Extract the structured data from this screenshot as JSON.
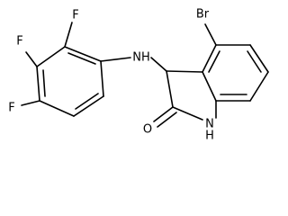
{
  "molecule": {
    "atoms": {
      "f_top": "F",
      "f_mid": "F",
      "f_low": "F",
      "nh_amine": "NH",
      "br": "Br",
      "o": "O",
      "nh_ring_n": "N",
      "nh_ring_h": "H"
    }
  }
}
